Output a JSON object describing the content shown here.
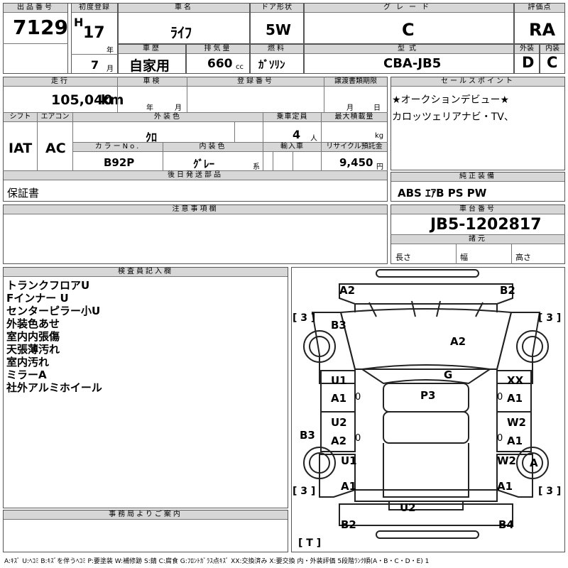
{
  "header": {
    "lot_no_label": "出品番号",
    "lot_no": "7129",
    "first_reg_label": "初度登録",
    "era": "H",
    "year": "17",
    "year_unit": "年",
    "month": "7",
    "month_unit": "月",
    "car_name_label": "車名",
    "car_name": "ﾗｲﾌ",
    "door_label": "ドア形状",
    "door": "5W",
    "grade_label": "グレード",
    "grade": "C",
    "score_label": "評価点",
    "score": "RA",
    "history_label": "車歴",
    "history": "自家用",
    "displacement_label": "排気量",
    "displacement": "660",
    "displacement_unit": "cc",
    "fuel_label": "燃料",
    "fuel": "ｶﾞｿﾘﾝ",
    "model_label": "型式",
    "model": "CBA-JB5",
    "exterior_label": "外装",
    "exterior": "D",
    "interior_label": "内装",
    "interior": "C"
  },
  "row2": {
    "mileage_label": "走行",
    "mileage": "105,040",
    "mileage_unit": "km",
    "inspection_label": "車検",
    "insp_year_unit": "年",
    "insp_month_unit": "月",
    "reg_no_label": "登録番号",
    "transfer_label": "譲渡書類期限",
    "transfer_month_unit": "月",
    "transfer_day_unit": "日",
    "shift_label": "シフト",
    "shift": "IAT",
    "ac_label": "エアコン",
    "ac": "AC",
    "ext_color_label": "外装色",
    "ext_color": "ｸﾛ",
    "capacity_label": "乗車定員",
    "capacity": "4",
    "capacity_unit": "人",
    "max_load_label": "最大積載量",
    "max_load_unit": "kg",
    "color_no_label": "カラーNo.",
    "color_no": "B92P",
    "int_color_label": "内装色",
    "int_color": "ｸﾞﾚｰ",
    "int_color_unit": "系",
    "import_label": "輸入車",
    "recycle_label": "リサイクル預託金",
    "recycle": "9,450",
    "recycle_unit": "円",
    "later_parts_label": "後日発送部品",
    "later_parts": "保証書"
  },
  "sales": {
    "label": "セールスポイント",
    "line1": "★オークションデビュー★",
    "line2": "カロッツェリアナビ・TV、",
    "equip_label": "純正装備",
    "equip": "ABS ｴｱB PS PW"
  },
  "caution": {
    "label": "注意事項欄"
  },
  "chassis": {
    "label": "車台番号",
    "number": "JB5-1202817",
    "spec_label": "諸元",
    "length_label": "長さ",
    "width_label": "幅",
    "height_label": "高さ"
  },
  "inspector": {
    "label": "検査員記入欄",
    "notes": [
      "トランクフロアU",
      "Fインナー U",
      "センターピラー小U",
      "外装色あせ",
      "室内内張傷",
      "天張薄汚れ",
      "室内汚れ",
      "ミラーA",
      "社外アルミホイール"
    ]
  },
  "office": {
    "label": "事務局よりご案内"
  },
  "legend": "A:ｷｽﾞ U:ﾍｺﾐ B:ｷｽﾞを伴うﾍｺﾐ P:要塗装 W:補修跡 S:錆 C:腐食 G:ﾌﾛﾝﾄｶﾞﾗｽ点ｷｽﾞ XX:交換済み X:要交換 内・外装評価 5段階ﾗﾝｸ順(A・B・C・D・E) 1",
  "diagram": {
    "damage": {
      "fl_top": "A2",
      "fr_top": "B2",
      "b3_upper": "B3",
      "roof_a2": "A2",
      "g": "G",
      "p3": "P3",
      "u1_left": "U1",
      "a1_left": "A1",
      "xx": "XX",
      "a1_right": "A1",
      "u2_left": "U2",
      "a2_left": "A2",
      "w2_right": "W2",
      "a1_right2": "A1",
      "b3_lower": "B3",
      "u1_lower": "U1",
      "w2_lower": "W2",
      "a_wheel": "A",
      "a1_bl": "A1",
      "a1_br": "A1",
      "u2_bottom": "U2",
      "b2_bottom": "B2",
      "b4_bottom": "B4",
      "zero1": "0",
      "zero2": "0",
      "zero3": "0",
      "zero4": "0"
    },
    "tire_marks": {
      "tl": "[ 3 ]",
      "tr": "[ 3 ]",
      "bl": "[ 3 ]",
      "br": "[ 3 ]",
      "spare": "[ T ]"
    }
  }
}
